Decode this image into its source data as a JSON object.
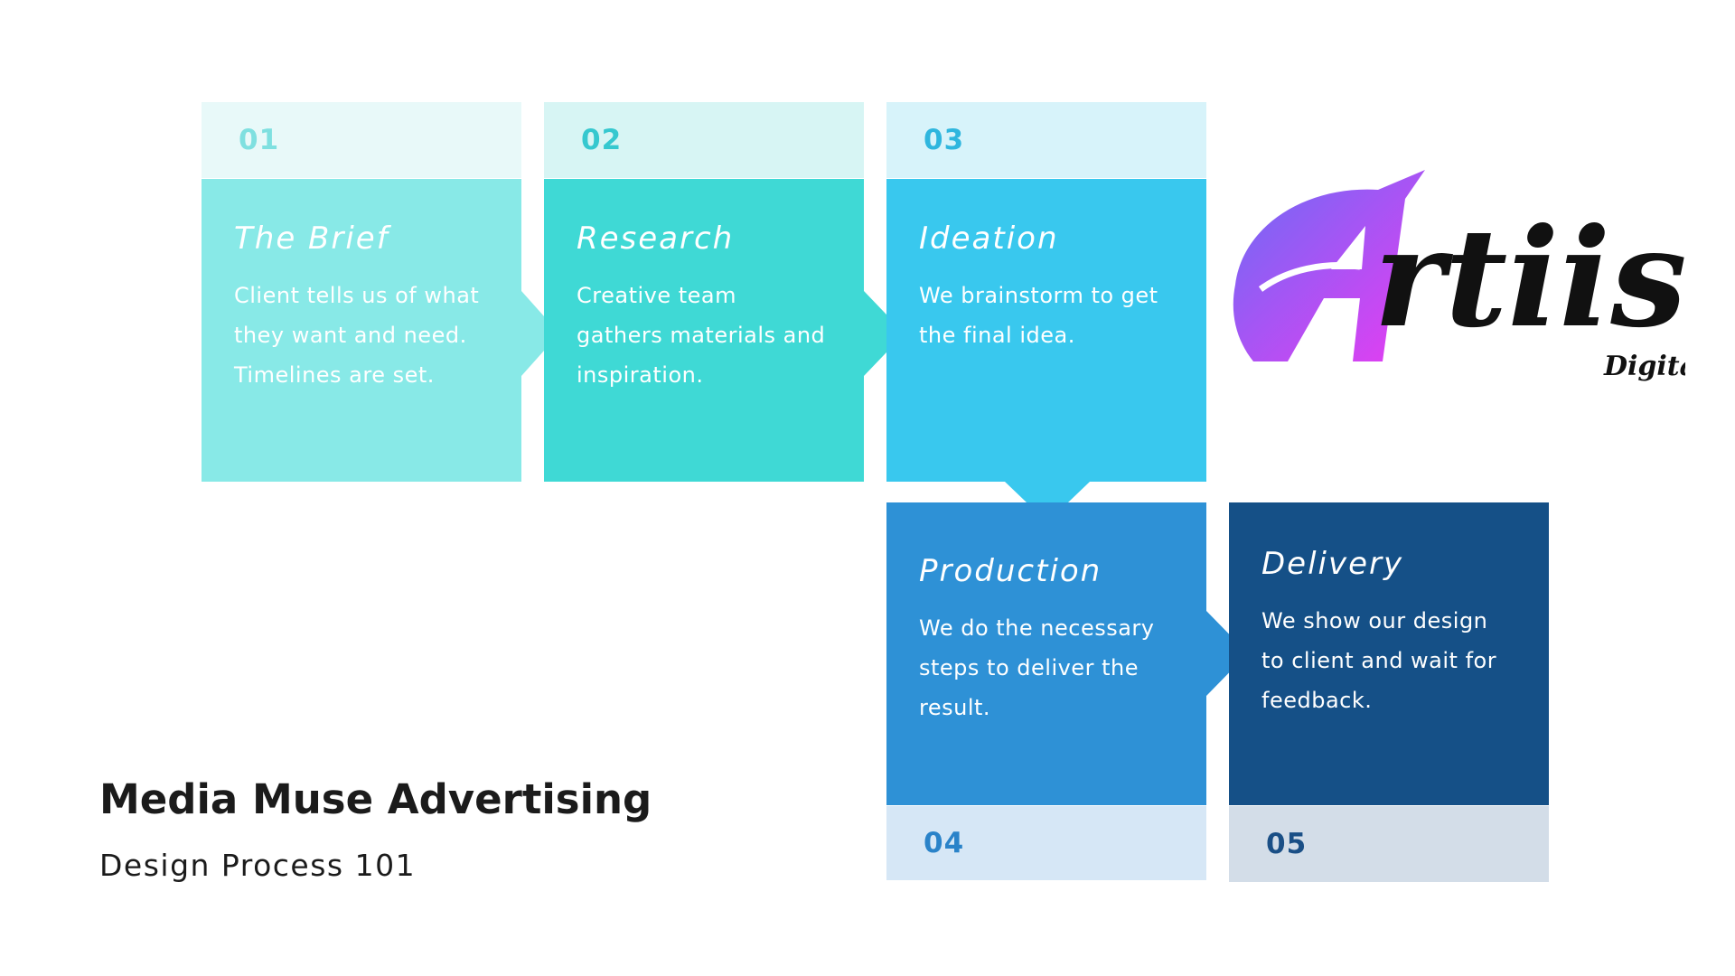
{
  "steps": [
    {
      "number": "01",
      "title": "The Brief",
      "description": "Client tells us of what they want and need. Timelines are set.",
      "colors": {
        "band": "#e8f9f9",
        "panel": "#88e9e7",
        "number": "#7fe0e0"
      }
    },
    {
      "number": "02",
      "title": "Research",
      "description": "Creative team gathers materials and inspiration.",
      "colors": {
        "band": "#d7f5f4",
        "panel": "#3fd9d5",
        "number": "#36c8cf"
      }
    },
    {
      "number": "03",
      "title": "Ideation",
      "description": "We brainstorm to get the final idea.",
      "colors": {
        "band": "#d7f3fa",
        "panel": "#39c8ee",
        "number": "#2fb6de"
      }
    },
    {
      "number": "04",
      "title": "Production",
      "description": "We do the necessary steps to deliver the result.",
      "colors": {
        "band": "#d6e7f6",
        "panel": "#2e91d6",
        "number": "#2a83c9"
      }
    },
    {
      "number": "05",
      "title": "Delivery",
      "description": "We show our design to client and wait for feedback.",
      "colors": {
        "band": "#d3dde8",
        "panel": "#155087",
        "number": "#1a4f86"
      }
    }
  ],
  "footer": {
    "company": "Media Muse Advertising",
    "subtitle": "Design Process 101"
  },
  "logo": {
    "wordmark": "Artiis",
    "tagline": "Digital",
    "gradient": [
      "#6a6cf5",
      "#e83cf2"
    ],
    "icon": "artiis-logo"
  }
}
